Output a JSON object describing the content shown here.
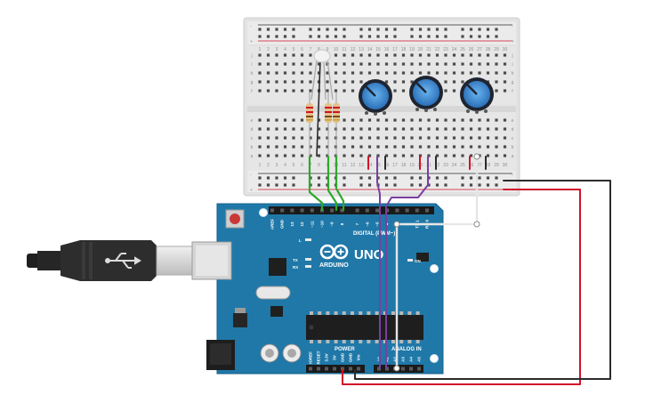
{
  "breadboard": {
    "rows_top": [
      "j",
      "i",
      "h",
      "g",
      "f"
    ],
    "rows_bottom": [
      "e",
      "d",
      "c",
      "b",
      "a"
    ],
    "columns": [
      "1",
      "2",
      "3",
      "4",
      "5",
      "6",
      "7",
      "8",
      "9",
      "10",
      "11",
      "12",
      "13",
      "14",
      "15",
      "16",
      "17",
      "18",
      "19",
      "20",
      "21",
      "22",
      "23",
      "24",
      "25",
      "26",
      "27",
      "28",
      "29",
      "30"
    ],
    "rail_plus": "+",
    "rail_minus": "-"
  },
  "arduino": {
    "logo_text": "ARDUINO",
    "model_text": "UNO",
    "digital_label": "DIGITAL (PWM~)",
    "digital_pins": [
      "AREF",
      "GND",
      "13",
      "12",
      "~11",
      "~10",
      "~9",
      "8",
      "7",
      "~6",
      "~5",
      "4",
      "~3",
      "2",
      "TX 1",
      "RX 0"
    ],
    "power_label": "POWER",
    "power_pins": [
      "IOREF",
      "RESET",
      "3.3V",
      "5V",
      "GND",
      "GND",
      "Vin"
    ],
    "analog_label": "ANALOG IN",
    "analog_pins": [
      "A0",
      "A1",
      "A2",
      "A3",
      "A4",
      "A5"
    ],
    "led_l": "L",
    "led_tx": "TX",
    "led_rx": "RX",
    "led_on": "ON"
  },
  "colors": {
    "board": "#1f78a8",
    "breadboard": "#e4e4e4",
    "wire_green": "#2ea82b",
    "wire_purple": "#7a3fa0",
    "wire_red": "#d0112b",
    "wire_black": "#2b2b2b",
    "wire_white": "#f4f4f4",
    "pot_blue": "#3e8ed8"
  }
}
